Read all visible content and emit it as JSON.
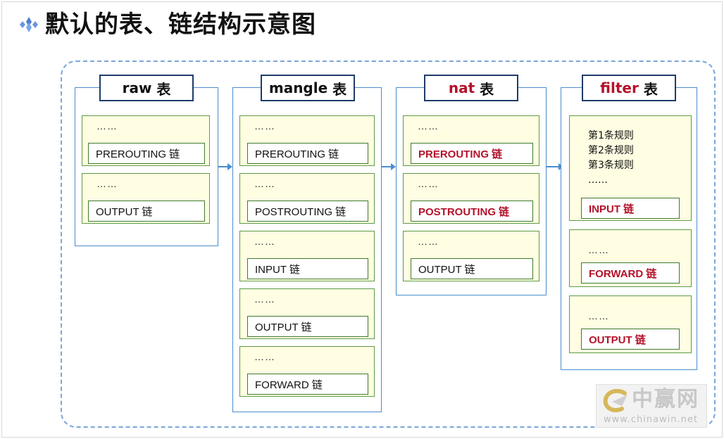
{
  "title": "默认的表、链结构示意图",
  "colors": {
    "accent_blue": "#4b8ccf",
    "chain_green": "#3f7a2e",
    "chain_fill": "#fffde2",
    "highlight_red": "#b3122a",
    "bullet_blue": "#4f7fd0"
  },
  "tables": [
    {
      "name": "raw",
      "suffix": "表",
      "chains": [
        {
          "dots": "……",
          "label": "PREROUTING 链"
        },
        {
          "dots": "……",
          "label": "OUTPUT 链"
        }
      ]
    },
    {
      "name": "mangle",
      "suffix": "表",
      "chains": [
        {
          "dots": "……",
          "label": "PREROUTING 链"
        },
        {
          "dots": "……",
          "label": "POSTROUTING 链"
        },
        {
          "dots": "……",
          "label": "INPUT 链"
        },
        {
          "dots": "……",
          "label": "OUTPUT 链"
        },
        {
          "dots": "……",
          "label": "FORWARD 链"
        }
      ]
    },
    {
      "name": "nat",
      "suffix": "表",
      "chains": [
        {
          "dots": "……",
          "label": "PREROUTING 链"
        },
        {
          "dots": "……",
          "label": "POSTROUTING 链"
        },
        {
          "dots": "……",
          "label": "OUTPUT 链"
        }
      ]
    },
    {
      "name": "filter",
      "suffix": "表",
      "rules": [
        "第1条规则",
        "第2条规则",
        "第3条规则",
        "……"
      ],
      "chains": [
        {
          "dots": "",
          "label": "INPUT 链"
        },
        {
          "dots": "……",
          "label": "FORWARD 链"
        },
        {
          "dots": "……",
          "label": "OUTPUT 链"
        }
      ]
    }
  ],
  "watermark": {
    "name": "中赢网",
    "url": "www.chinawin.net"
  }
}
